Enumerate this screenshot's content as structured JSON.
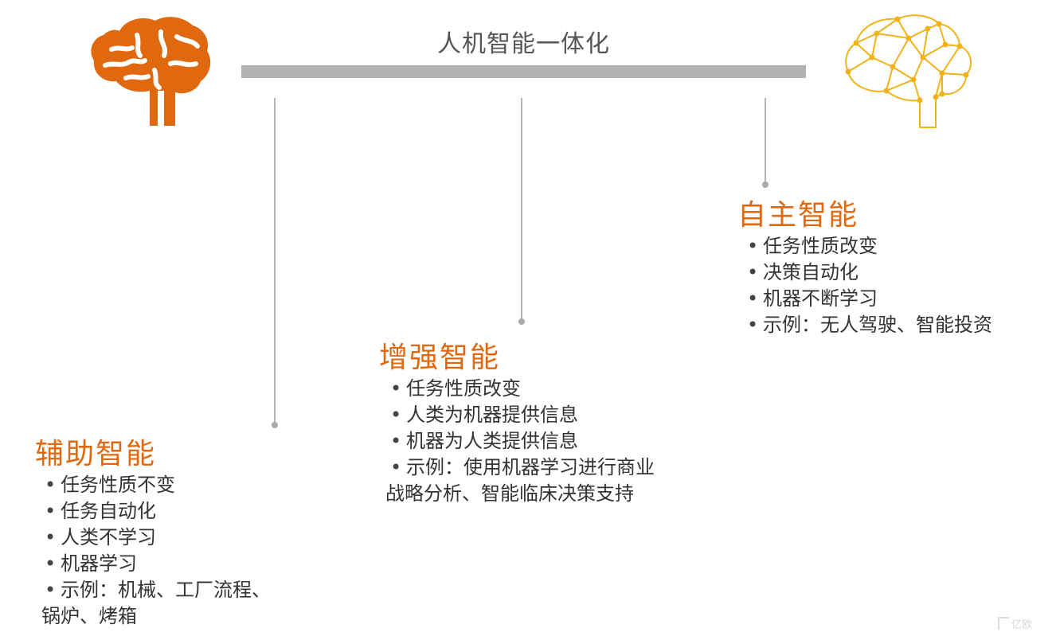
{
  "title": "人机智能一体化",
  "colors": {
    "heading": "#e0680f",
    "brain_left": "#e0680f",
    "brain_right": "#f2b21a",
    "bar": "#b3b3b3"
  },
  "icons": {
    "left": "brain-icon",
    "right": "network-brain-icon"
  },
  "sections": [
    {
      "heading": "辅助智能",
      "items": [
        "任务性质不变",
        "任务自动化",
        "人类不学习",
        "机器学习",
        "示例：机械、工厂流程、"
      ],
      "continuation": "锅炉、烤箱"
    },
    {
      "heading": "增强智能",
      "items": [
        "任务性质改变",
        "人类为机器提供信息",
        "机器为人类提供信息",
        "示例：使用机器学习进行商业"
      ],
      "continuation": "战略分析、智能临床决策支持"
    },
    {
      "heading": "自主智能",
      "items": [
        "任务性质改变",
        "决策自动化",
        "机器不断学习",
        "示例：无人驾驶、智能投资"
      ]
    }
  ],
  "watermark": "亿欧"
}
